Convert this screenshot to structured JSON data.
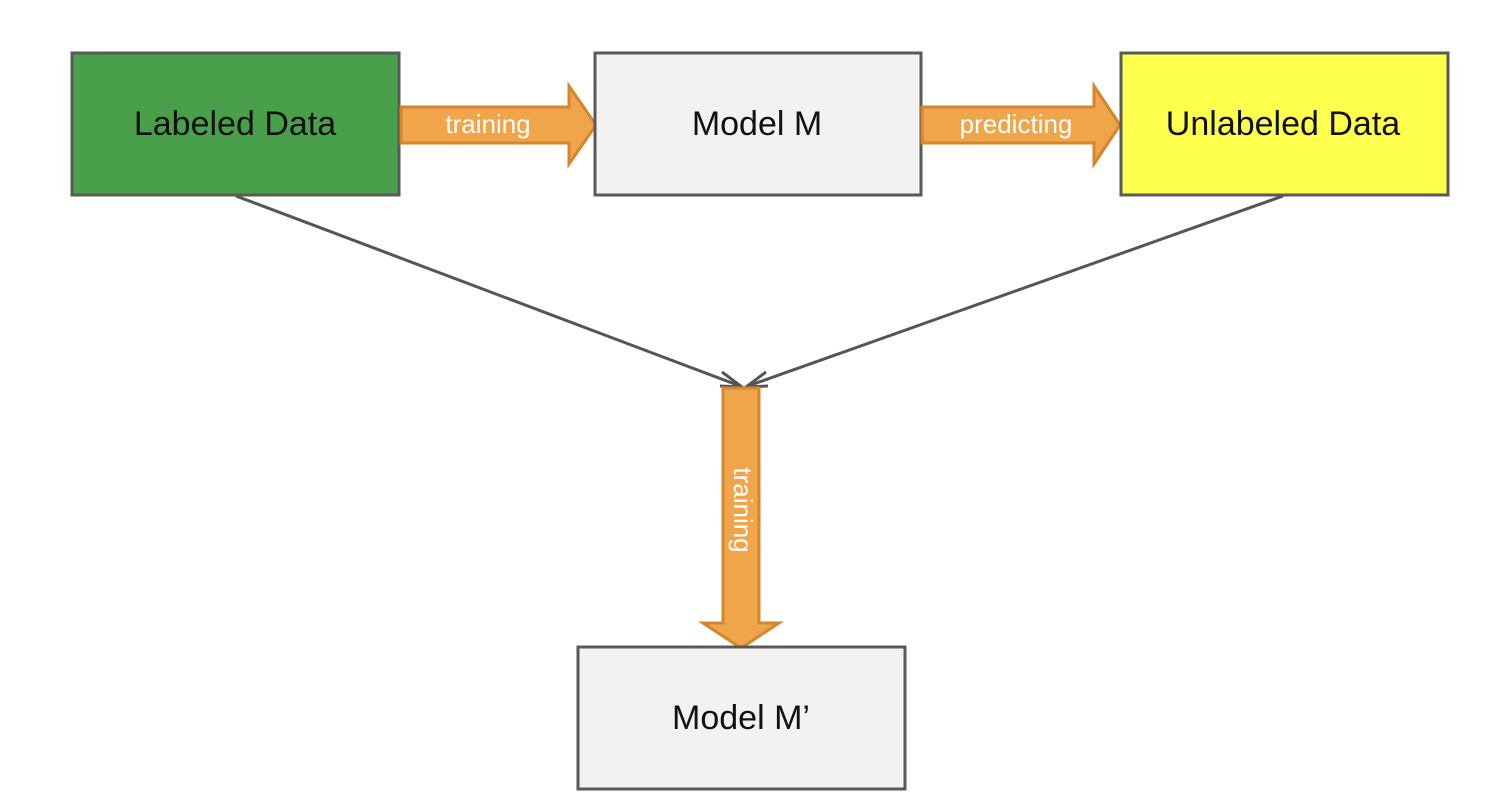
{
  "nodes": {
    "labeled_data": {
      "label": "Labeled Data",
      "fill": "#4aa04a",
      "stroke": "#595959"
    },
    "model_m": {
      "label": "Model M",
      "fill": "#f2f2f2",
      "stroke": "#595959"
    },
    "unlabeled_data": {
      "label": "Unlabeled Data",
      "fill": "#ffff4d",
      "stroke": "#595959"
    },
    "model_m_prime": {
      "label": "Model M’",
      "fill": "#f2f2f2",
      "stroke": "#595959"
    }
  },
  "arrows": {
    "training_top": {
      "label": "training"
    },
    "predicting": {
      "label": "predicting"
    },
    "training_down": {
      "label": "training"
    }
  },
  "colors": {
    "arrow_fill": "#f0a54a",
    "arrow_stroke": "#d4862d",
    "connector": "#555555"
  }
}
